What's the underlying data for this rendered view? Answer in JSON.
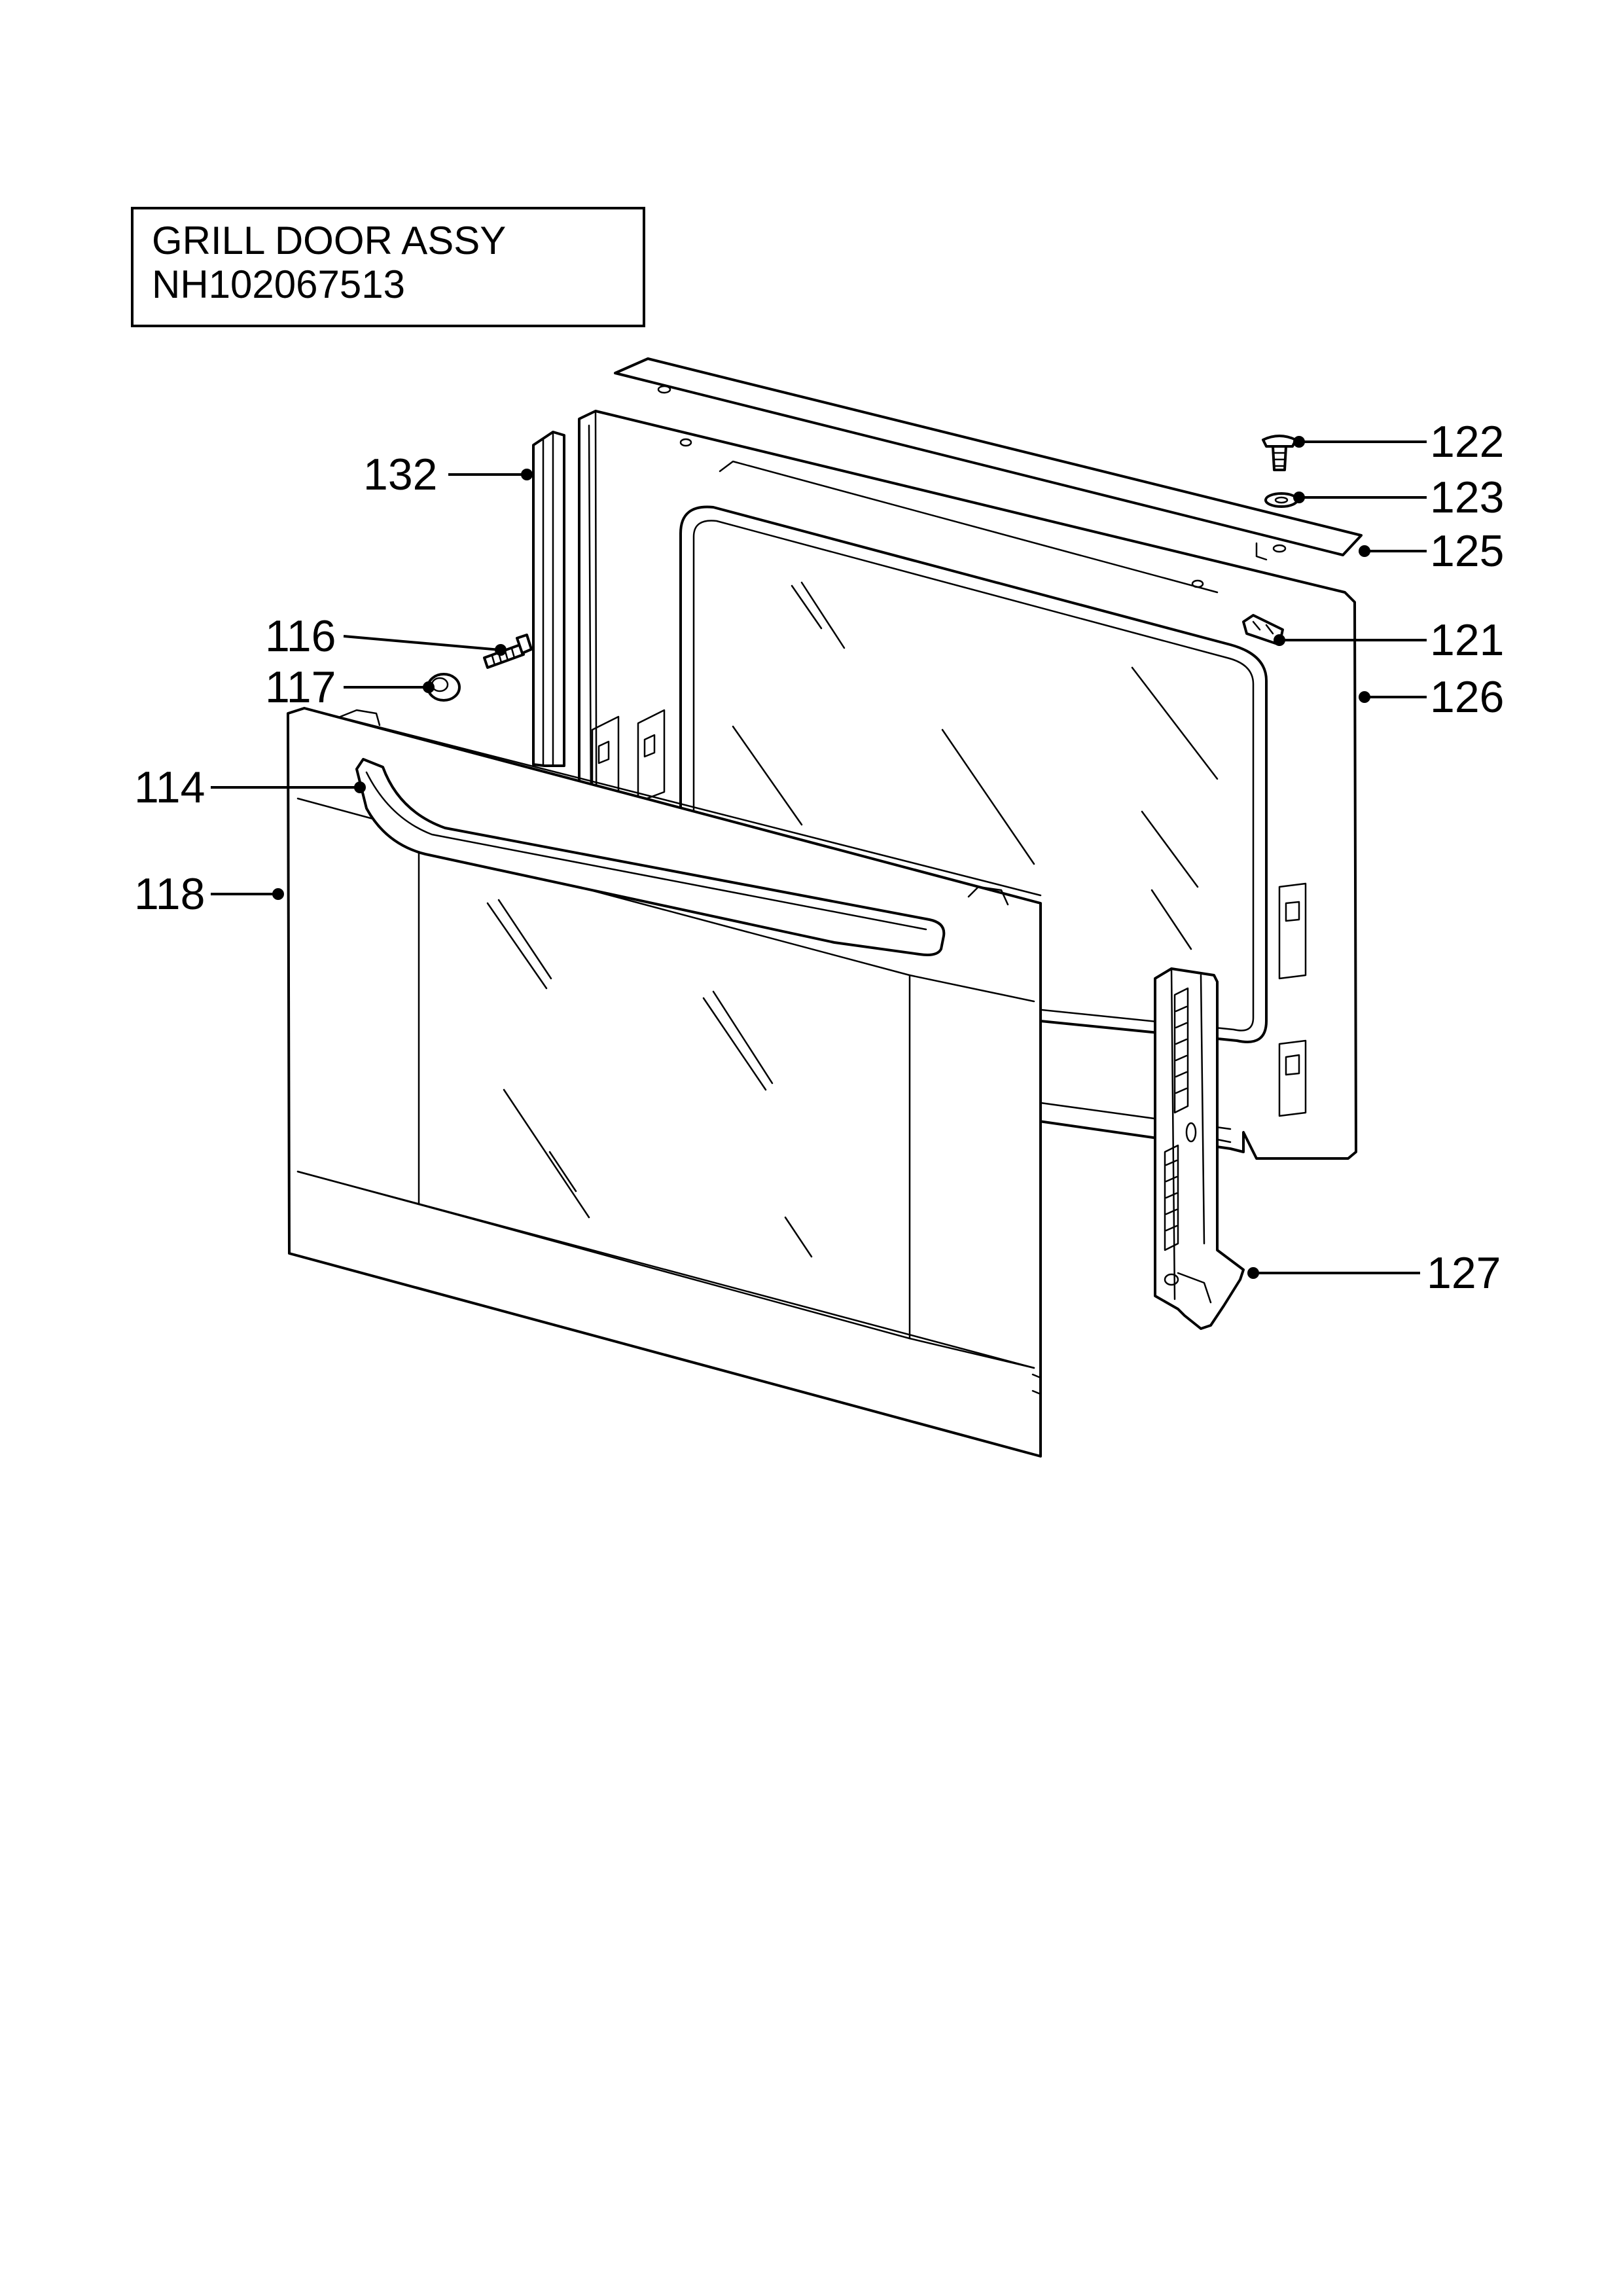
{
  "title": {
    "line1": "GRILL DOOR ASSY",
    "line2": "NH102067513"
  },
  "parts": {
    "p132": "132",
    "p116": "116",
    "p117": "117",
    "p114": "114",
    "p118": "118",
    "p122": "122",
    "p123": "123",
    "p125": "125",
    "p121": "121",
    "p126": "126",
    "p127": "127"
  }
}
